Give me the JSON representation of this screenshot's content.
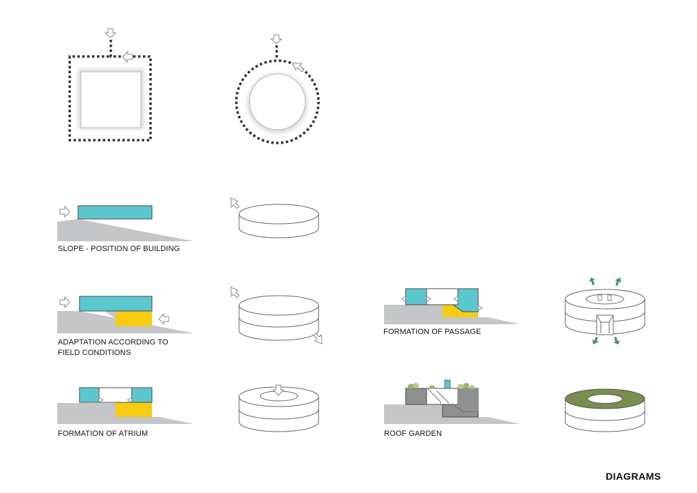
{
  "labels": {
    "slope": "SLOPE - POSITION OF BUILDING",
    "adaptation_line1": "ADAPTATION ACCORDING TO",
    "adaptation_line2": "FIELD CONDITIONS",
    "atrium": "FORMATION OF ATRIUM",
    "passage": "FORMATION OF PASSAGE",
    "roof_garden": "ROOF GARDEN"
  },
  "title": "DIAGRAMS",
  "colors": {
    "teal": "#5bc8cf",
    "yellow": "#f7cc11",
    "ground": "#c5c6c8",
    "dark_grey": "#8f9092",
    "garden_green": "#7b8d4e",
    "green_arrow": "#3f9479",
    "outline": "#6d6e70"
  },
  "icons": [
    "arrow-down-icon",
    "arrow-left-icon",
    "arrow-right-icon",
    "arrow-diagonal-icon"
  ]
}
